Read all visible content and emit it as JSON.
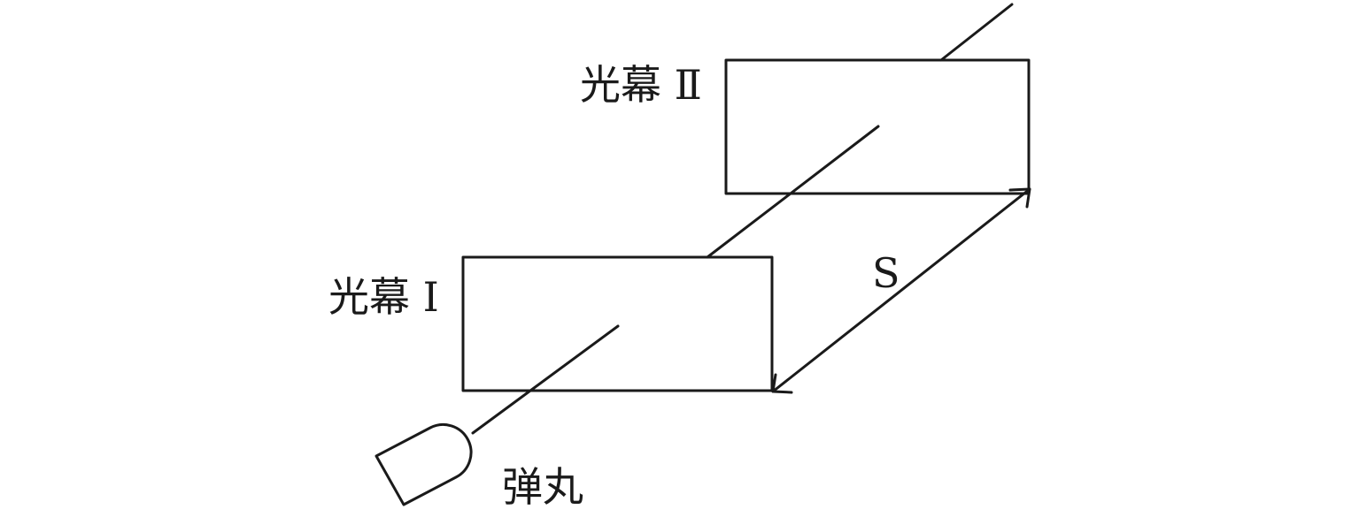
{
  "labels": {
    "screen_1": "光幕 Ⅰ",
    "screen_2": "光幕 Ⅱ",
    "distance": "S",
    "bullet": "弹丸"
  },
  "colors": {
    "ink": "#1a1a1a",
    "background": "#ffffff"
  }
}
